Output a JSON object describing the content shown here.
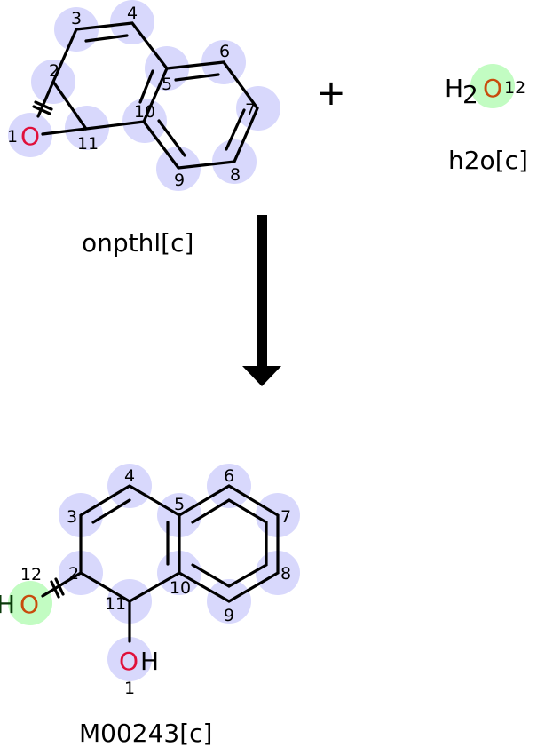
{
  "reactants": [
    {
      "name": "onpthl[c]",
      "atoms": [
        "1",
        "2",
        "3",
        "4",
        "5",
        "6",
        "7",
        "8",
        "9",
        "10",
        "11"
      ],
      "heteroatom": "O"
    },
    {
      "name": "h2o[c]",
      "formula_h": "H",
      "formula_sub": "2",
      "formula_o": "O",
      "atom_number": "12"
    }
  ],
  "plus": "+",
  "product": {
    "name": "M00243[c]",
    "atoms": [
      "1",
      "2",
      "3",
      "4",
      "5",
      "6",
      "7",
      "8",
      "9",
      "10",
      "11",
      "12"
    ],
    "oh1_o": "O",
    "oh1_h": "H",
    "oh12_h": "H",
    "oh12_o": "O"
  },
  "colors": {
    "atom_highlight": "#d8d8fc",
    "water_highlight": "#c2fcc2",
    "oxygen": "#e0103a",
    "water_oxygen": "#c84b0c"
  }
}
